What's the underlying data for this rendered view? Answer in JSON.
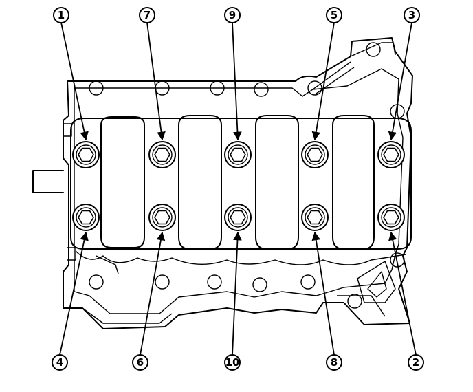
{
  "bolts": [
    {
      "label": "1",
      "row": "top",
      "column": 1
    },
    {
      "label": "7",
      "row": "top",
      "column": 2
    },
    {
      "label": "9",
      "row": "top",
      "column": 3
    },
    {
      "label": "5",
      "row": "top",
      "column": 4
    },
    {
      "label": "3",
      "row": "top",
      "column": 5
    },
    {
      "label": "4",
      "row": "bottom",
      "column": 1
    },
    {
      "label": "6",
      "row": "bottom",
      "column": 2
    },
    {
      "label": "10",
      "row": "bottom",
      "column": 3
    },
    {
      "label": "8",
      "row": "bottom",
      "column": 4
    },
    {
      "label": "2",
      "row": "bottom",
      "column": 5
    }
  ],
  "colors": {
    "line": "#000000",
    "background": "#ffffff"
  },
  "icons": {
    "callout": "circled-number",
    "bolt": "hex-bolt-icon",
    "pointer": "arrow-icon"
  }
}
